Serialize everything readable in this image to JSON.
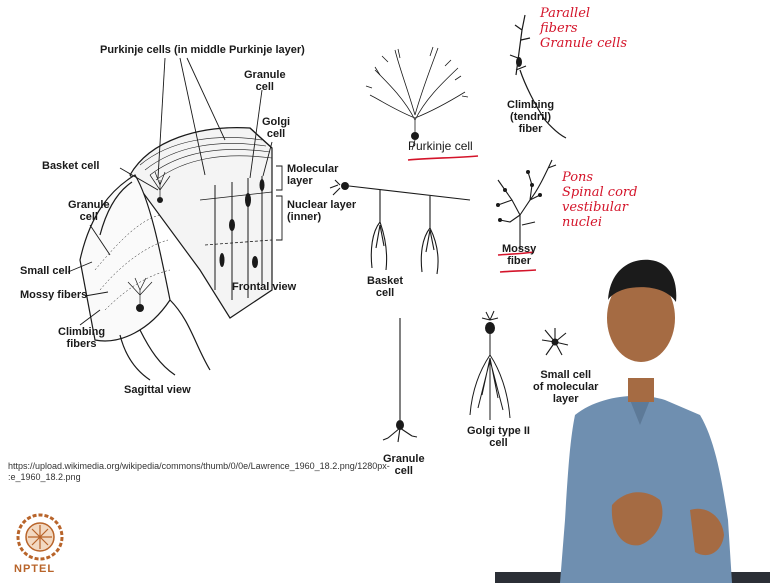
{
  "diagram": {
    "cerebellum": {
      "purkinje_header": "Purkinje cells (in middle Purkinje layer)",
      "granule_cell_top": "Granule\ncell",
      "golgi_cell": "Golgi\ncell",
      "basket_cell": "Basket cell",
      "granule_cell_left": "Granule\ncell",
      "molecular_layer": "Molecular\nlayer",
      "nuclear_layer": "Nuclear layer\n(inner)",
      "small_cell": "Small cell",
      "mossy_fibers": "Mossy fibers",
      "climbing_fibers": "Climbing\nfibers",
      "frontal_view": "Frontal view",
      "sagittal_view": "Sagittal view"
    },
    "cells": {
      "purkinje_cell": "Purkinje cell",
      "climbing_fiber": "Climbing\n(tendril)\nfiber",
      "basket_cell": "Basket\ncell",
      "mossy_fiber": "Mossy\nfiber",
      "granule_cell": "Granule\ncell",
      "golgi_type_ii": "Golgi type II\ncell",
      "small_cell_molecular": "Small cell\nof molecular\nlayer"
    },
    "annotations": {
      "parallel": "Parallel\nfibers\nGranule cells",
      "pons": "Pons\nSpinal cord\nvestibular\nnuclei"
    },
    "citation": "https://upload.wikimedia.org/wikipedia/commons/thumb/0/0e/Lawrence_1960_18.2.png/1280px-\n:e_1960_18.2.png"
  },
  "branding": {
    "logo_text": "NPTEL"
  },
  "colors": {
    "ink": "#1a1a1a",
    "annotation": "#d4142a",
    "logo": "#b8642a",
    "shirt": "#6f8fb0"
  }
}
